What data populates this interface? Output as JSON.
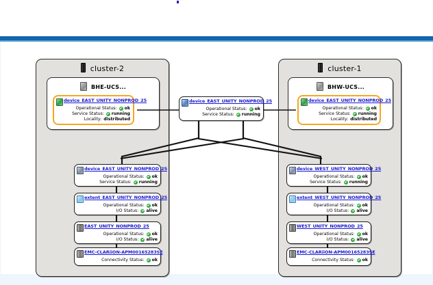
{
  "app": {
    "header_accent": "#1166ad",
    "canvas_bg": "#eff5fc",
    "highlight_color": "#f5a623",
    "link_color": "#1a1ad0",
    "status_ok_color": "#2faa3a"
  },
  "labels": {
    "operational_status": "Operational Status:",
    "service_status": "Service Status:",
    "io_status": "I/O Status:",
    "locality": "Locality:",
    "connectivity_status": "Connectivity Status:"
  },
  "values": {
    "ok": "ok",
    "running": "running",
    "alive": "alive",
    "distributed": "distributed"
  },
  "clusters": [
    {
      "id": "cluster-2",
      "title": "cluster-2",
      "icon": "cluster-icon",
      "ucs": {
        "title": "BHE-UCS...",
        "icon": "ucs-icon"
      }
    },
    {
      "id": "cluster-1",
      "title": "cluster-1",
      "icon": "cluster-icon",
      "ucs": {
        "title": "BHW-UCS...",
        "icon": "ucs-icon"
      }
    }
  ],
  "nodes": {
    "left_virtual_volume": {
      "name": "device_EAST_UNITY_NONPROD_25",
      "icon": "virtual-volume-icon",
      "highlighted": true
    },
    "center_distributed_device": {
      "name": "device_EAST_UNITY_NONPROD_25",
      "icon": "distributed-device-icon",
      "highlighted": false
    },
    "right_virtual_volume": {
      "name": "device_EAST_UNITY_NONPROD_25",
      "icon": "virtual-volume-icon",
      "highlighted": true
    },
    "left_device": {
      "name": "device_EAST_UNITY_NONPROD_25",
      "icon": "device-icon",
      "highlighted": false
    },
    "left_extent": {
      "name": "extent_EAST_UNITY_NONPROD_25",
      "icon": "extent-icon",
      "highlighted": false
    },
    "left_storage_volume": {
      "name": "EAST_UNITY_NONPROD_25",
      "icon": "storage-volume-icon",
      "highlighted": false
    },
    "left_array": {
      "name": "EMC-CLARiiON-APM00165283SE",
      "icon": "storage-array-icon",
      "highlighted": false
    },
    "right_device": {
      "name": "device_WEST_UNITY_NONPROD_25",
      "icon": "device-icon",
      "highlighted": false
    },
    "right_extent": {
      "name": "extent_WEST_UNITY_NONPROD_25",
      "icon": "extent-icon",
      "highlighted": false
    },
    "right_storage_volume": {
      "name": "WEST_UNITY_NONPROD_25",
      "icon": "storage-volume-icon",
      "highlighted": false
    },
    "right_array": {
      "name": "EMC-CLARiiON-APM00165283SE",
      "icon": "storage-array-icon",
      "highlighted": false
    }
  }
}
